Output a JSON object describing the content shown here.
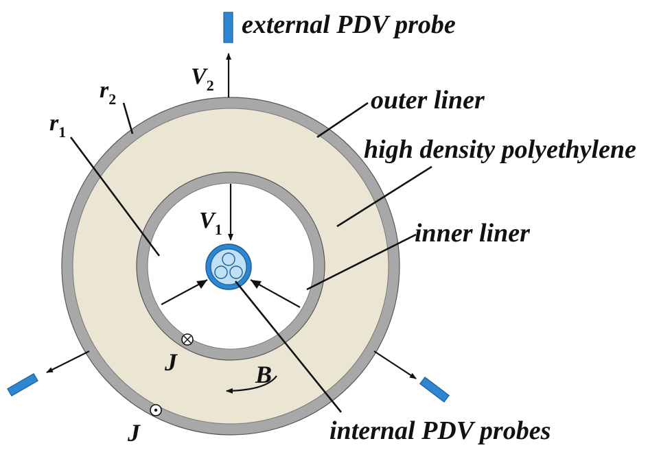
{
  "labels": {
    "external_probe": "external PDV probe",
    "outer_liner": "outer liner",
    "hdpe": "high density polyethylene",
    "inner_liner": "inner liner",
    "internal_probes": "internal PDV probes",
    "v2_main": "V",
    "v2_sub": "2",
    "v1_main": "V",
    "v1_sub": "1",
    "r2_main": "r",
    "r2_sub": "2",
    "r1_main": "r",
    "r1_sub": "1",
    "j_inner": "J",
    "j_outer": "J",
    "b_field": "B"
  },
  "colors": {
    "liner": "#a8a8a8",
    "hdpe_fill": "#ebe6d4",
    "probe_blue": "#2e86d0",
    "probe_light": "#bfe0f5",
    "line": "#111111"
  },
  "icons": {
    "current_in": "cross-in-circle",
    "current_out": "dot-in-circle"
  }
}
